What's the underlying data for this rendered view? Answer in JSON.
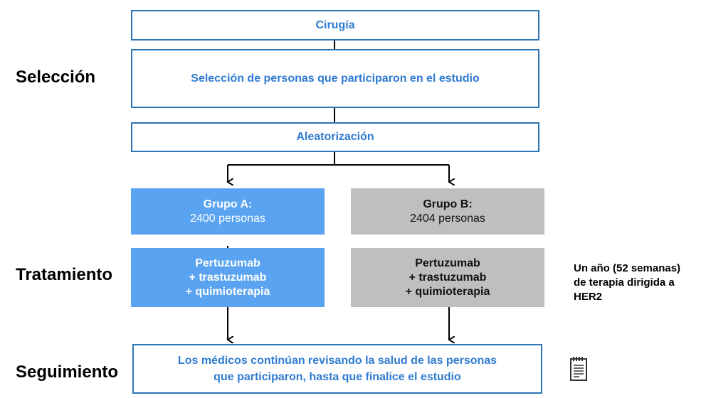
{
  "stages": {
    "seleccion": "Selección",
    "tratamiento": "Tratamiento",
    "seguimiento": "Seguimiento"
  },
  "boxes": {
    "cirugia": "Cirugía",
    "seleccion_personas": "Selección de personas que participaron en el estudio",
    "aleatorizacion": "Aleatorización"
  },
  "group_a": {
    "title": "Grupo A:",
    "count": "2400 personas",
    "treatment": [
      "Pertuzumab",
      "+ trastuzumab",
      "+ quimioterapia"
    ]
  },
  "group_b": {
    "title": "Grupo B:",
    "count": "2404 personas",
    "treatment": [
      "Pertuzumab",
      "+ trastuzumab",
      "+ quimioterapia"
    ]
  },
  "side_note": [
    "Un año (52 semanas)",
    "de terapia dirigida a",
    "HER2"
  ],
  "follow_up": [
    "Los médicos continúan revisando la salud de las personas",
    "que participaron, hasta que finalice el estudio"
  ],
  "colors": {
    "border": "#2e75b6",
    "text_blue": "#2e7bd1",
    "group_a": "#5aa3f0",
    "group_b": "#bfbfbf"
  },
  "icons": {
    "follow_up": "notepad-icon"
  }
}
